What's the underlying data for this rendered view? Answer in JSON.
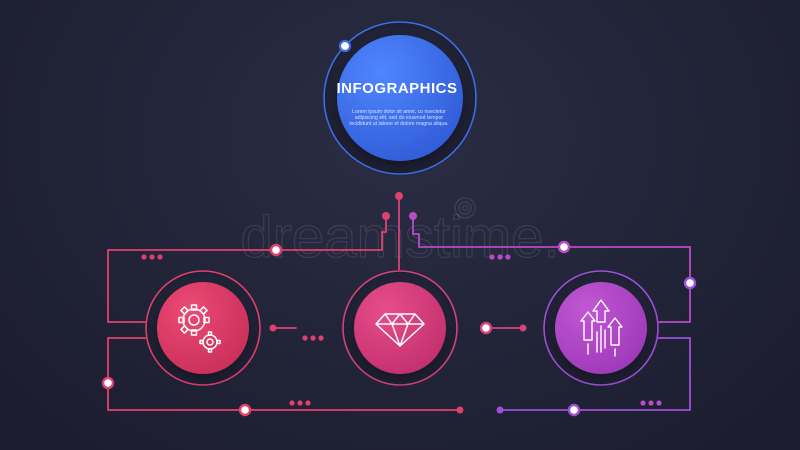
{
  "main_node": {
    "title": "INFOGRAPHICS",
    "body_line1": "Lorem ipsum dolor sit amet, co nsectetur",
    "body_line2": "adipiscing elit, sed do eiusmod tempor",
    "body_line3": "incididunt ut labore et dolore magna aliqua."
  },
  "nodes": [
    {
      "id": "node-1",
      "icon": "gears-icon"
    },
    {
      "id": "node-2",
      "icon": "diamond-icon"
    },
    {
      "id": "node-3",
      "icon": "growth-arrows-icon"
    }
  ],
  "watermark": "dreamstime.",
  "colors": {
    "background": "#23253a",
    "main_circle": "#3a6ef2",
    "node_1": "#d83a63",
    "node_2": "#d23d7a",
    "node_3": "#b246c3",
    "line_left": "#e0406e",
    "line_right": "#a84bd6"
  }
}
